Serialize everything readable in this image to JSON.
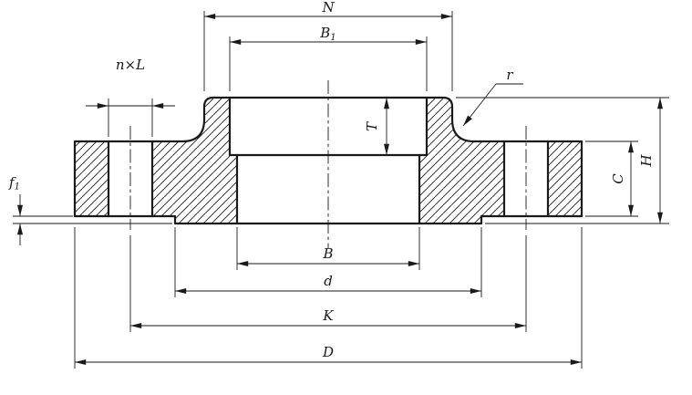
{
  "colors": {
    "background": "#ffffff",
    "line": "#1a1a1a"
  },
  "drawing": {
    "labels": {
      "N": "N",
      "B1_base": "B",
      "B1_sub": "1",
      "nxL": "n×L",
      "r": "r",
      "T": "T",
      "f1_base": "f",
      "f1_sub": "1",
      "C": "C",
      "H": "H",
      "B": "B",
      "d": "d",
      "K": "K",
      "D": "D"
    }
  }
}
